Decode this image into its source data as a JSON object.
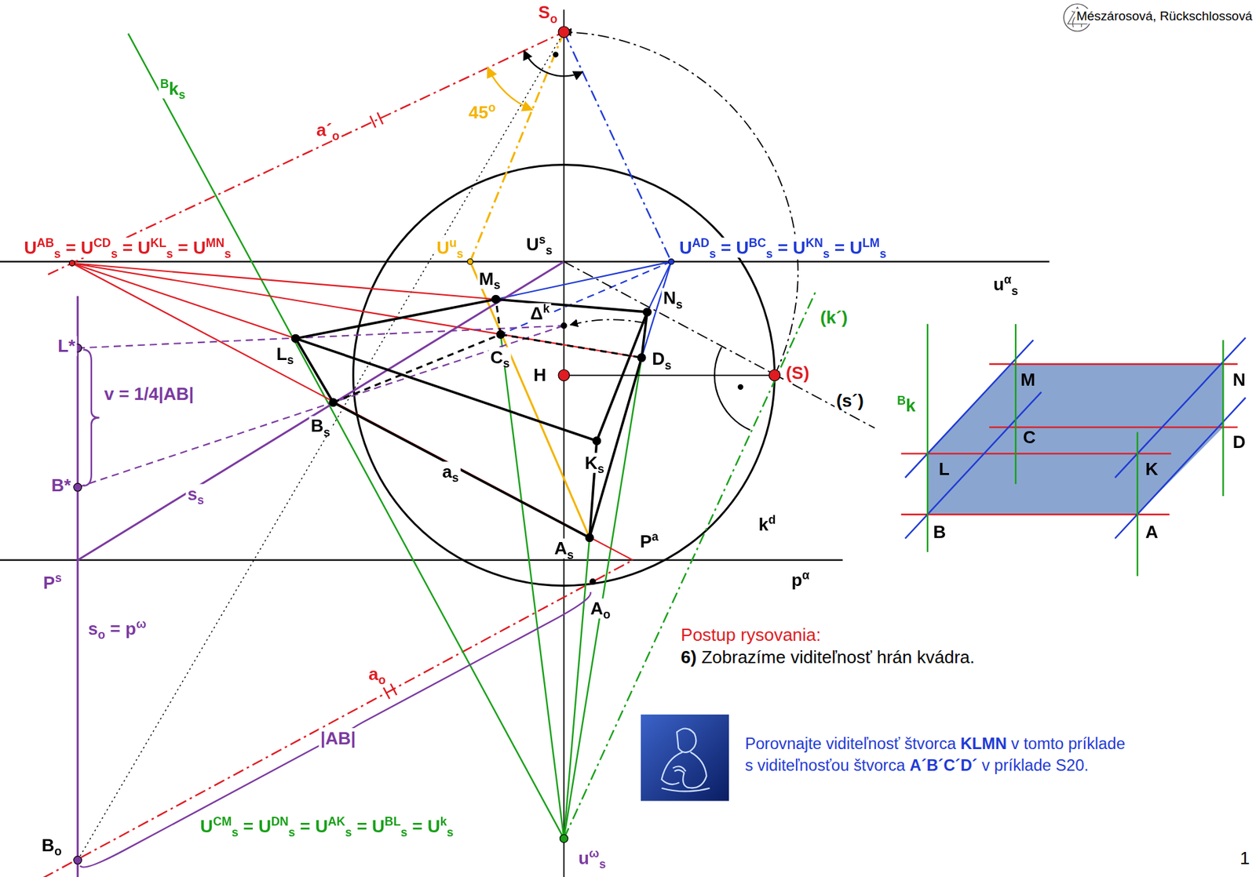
{
  "diagram": {
    "labels": [
      "So",
      "Mészárosová, Rückschlossová",
      "Bks",
      "a´o",
      "45o",
      "UABs = UCDs = UKLs = UMNs",
      "Uus",
      "Uss",
      "UADs = UBCs = UKNs = ULMs",
      "uαs",
      "Ms",
      "Ns",
      "Δk",
      "(k´)",
      "Ls",
      "Cs",
      "Ds",
      "H",
      "(S)",
      "(s´)",
      "L*",
      "v = 1/4|AB|",
      "Bs",
      "B*",
      "ss",
      "Ks",
      "as",
      "kd",
      "As",
      "Pa",
      "Ps",
      "pα",
      "Ao",
      "so = pω",
      "ao",
      "|AB|",
      "UCMs = UDNs = UAKs = UBLs = Uks",
      "Bo",
      "uωs",
      "Postup rysovania:",
      "6) Zobrazíme viditeľnosť hrán kvádra.",
      "Porovnajte viditeľnosť štvorca KLMN v tomto príklade s viditeľnosťou štvorca A´B´C´D´ v príklade S20.",
      "1",
      "M",
      "N",
      "C",
      "D",
      "L",
      "K",
      "B",
      "A",
      "Bk"
    ]
  }
}
